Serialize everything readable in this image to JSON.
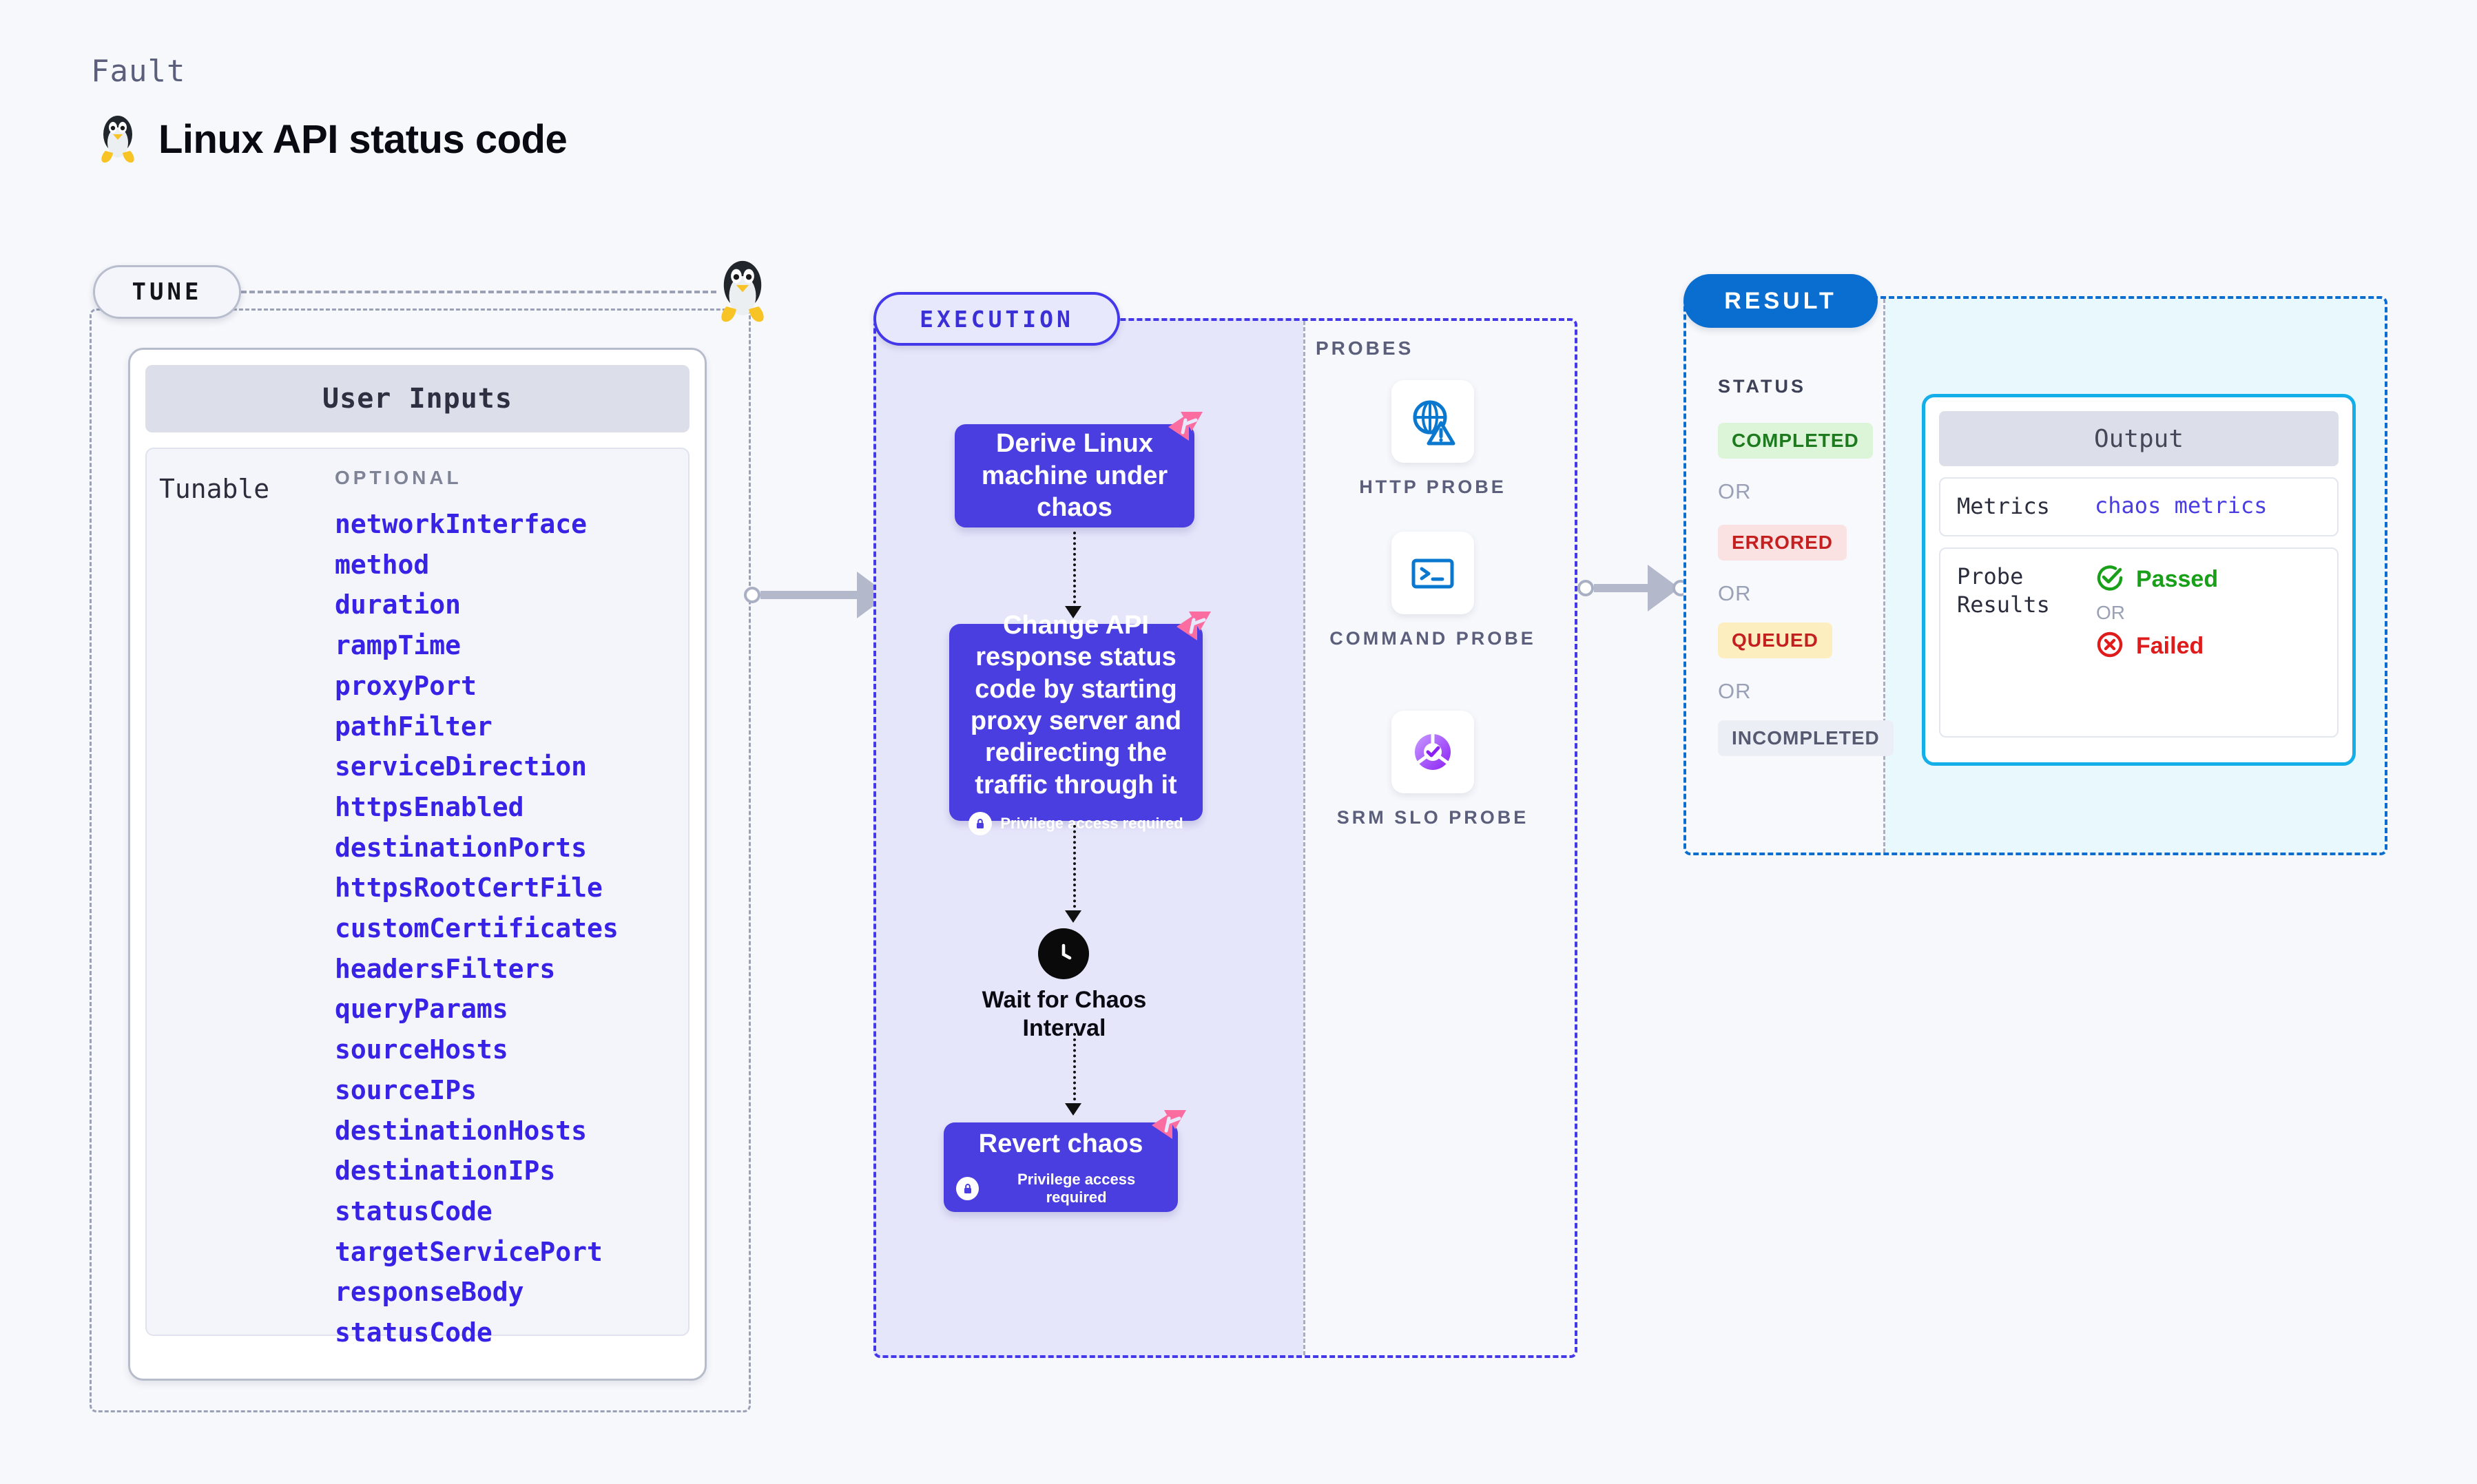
{
  "header": {
    "kicker": "Fault",
    "title": "Linux API status code",
    "os_icon": "linux-penguin-icon"
  },
  "tune": {
    "pill_label": "TUNE",
    "card_title": "User Inputs",
    "group_label": "Tunable",
    "optional_label": "OPTIONAL",
    "parameters": [
      "networkInterface",
      "method",
      "duration",
      "rampTime",
      "proxyPort",
      "pathFilter",
      "serviceDirection",
      "httpsEnabled",
      "destinationPorts",
      "httpsRootCertFile",
      "customCertificates",
      "headersFilters",
      "queryParams",
      "sourceHosts",
      "sourceIPs",
      "destinationHosts",
      "destinationIPs",
      "statusCode",
      "targetServicePort",
      "responseBody",
      "statusCode"
    ]
  },
  "execution": {
    "pill_label": "EXECUTION",
    "steps": [
      {
        "id": "derive",
        "text": "Derive Linux machine under chaos",
        "privilege": null,
        "badge": "chaos-corner-icon"
      },
      {
        "id": "change",
        "text": "Change API response status code by starting proxy server and redirecting the traffic through it",
        "privilege": "Privilege access required",
        "badge": "chaos-corner-icon"
      },
      {
        "id": "wait",
        "text": "Wait for Chaos Interval",
        "icon": "clock-icon"
      },
      {
        "id": "revert",
        "text": "Revert chaos",
        "privilege": "Privilege access required",
        "badge": "chaos-corner-icon"
      }
    ],
    "probes": {
      "title": "PROBES",
      "items": [
        {
          "name": "HTTP PROBE",
          "icon": "globe-warning-icon"
        },
        {
          "name": "COMMAND PROBE",
          "icon": "terminal-icon"
        },
        {
          "name": "SRM SLO PROBE",
          "icon": "slo-check-icon"
        }
      ]
    }
  },
  "result": {
    "pill_label": "RESULT",
    "status_title": "STATUS",
    "or_label": "OR",
    "statuses": [
      {
        "label": "COMPLETED",
        "bg": "#dcf5d8",
        "fg": "#1e7a1e"
      },
      {
        "label": "ERRORED",
        "bg": "#fbe2e2",
        "fg": "#c42020"
      },
      {
        "label": "QUEUED",
        "bg": "#fdeec0",
        "fg": "#c42020"
      },
      {
        "label": "INCOMPLETED",
        "bg": "#eceef5",
        "fg": "#555a70"
      }
    ],
    "output": {
      "title": "Output",
      "metrics_label": "Metrics",
      "metrics_value": "chaos metrics",
      "probe_results_label": "Probe Results",
      "passed_label": "Passed",
      "failed_label": "Failed",
      "or_label": "OR"
    }
  },
  "colors": {
    "accent_indigo": "#4a3ee0",
    "param_blue": "#3722e6",
    "result_blue": "#0a6ed1",
    "output_border": "#14aee8",
    "chaos_pink": "#fb6ca0",
    "pass_green": "#18a018",
    "fail_red": "#e01b1b"
  }
}
